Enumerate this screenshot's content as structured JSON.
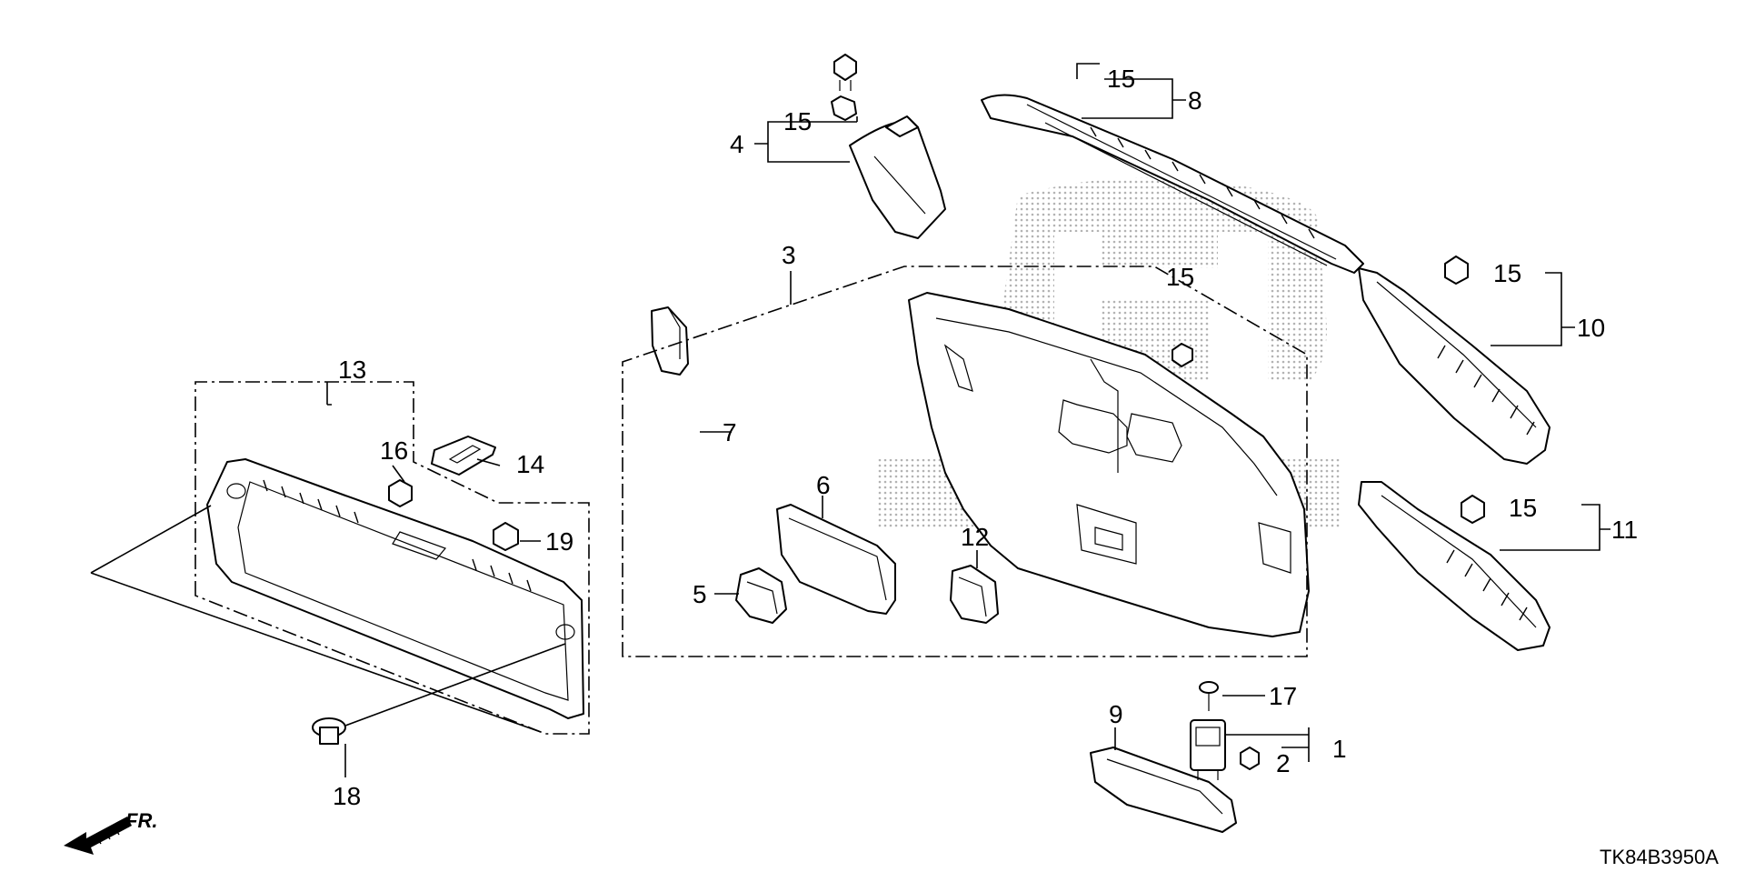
{
  "diagram": {
    "drawing_code": "TK84B3950A",
    "direction_label": "FR.",
    "callouts": {
      "c1": "1",
      "c2": "2",
      "c3": "3",
      "c4": "4",
      "c5": "5",
      "c6": "6",
      "c7": "7",
      "c8": "8",
      "c9": "9",
      "c10": "10",
      "c11": "11",
      "c12": "12",
      "c13": "13",
      "c14": "14",
      "c15a": "15",
      "c15b": "15",
      "c15c": "15",
      "c15d": "15",
      "c15e": "15",
      "c16": "16",
      "c17": "17",
      "c18": "18",
      "c19": "19"
    }
  }
}
